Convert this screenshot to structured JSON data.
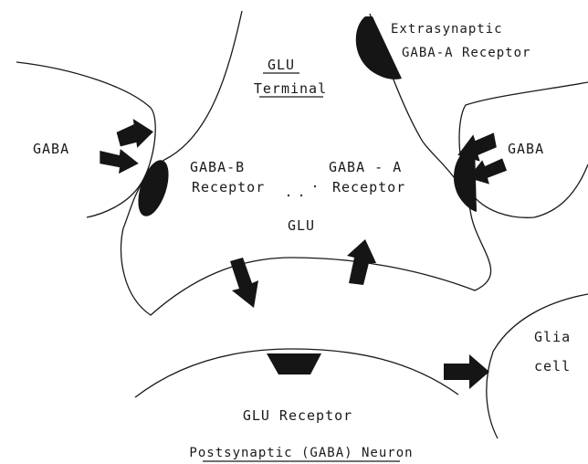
{
  "labels": {
    "glu_terminal_line1": "GLU",
    "glu_terminal_line2": "Terminal",
    "extrasynaptic_line1": "Extrasynaptic",
    "extrasynaptic_line2": "GABA-A Receptor",
    "gaba_left": "GABA",
    "gaba_right": "GABA",
    "gaba_b_line1": "GABA-B",
    "gaba_b_line2": "Receptor",
    "gaba_a_line1": "GABA - A",
    "gaba_a_line2": "Receptor",
    "glu_center": "GLU",
    "glia_line1": "Glia",
    "glia_line2": "cell",
    "glu_receptor": "GLU Receptor",
    "postsynaptic": "Postsynaptic (GABA) Neuron"
  },
  "icons": [
    "receptor-blob",
    "arrow-block"
  ]
}
